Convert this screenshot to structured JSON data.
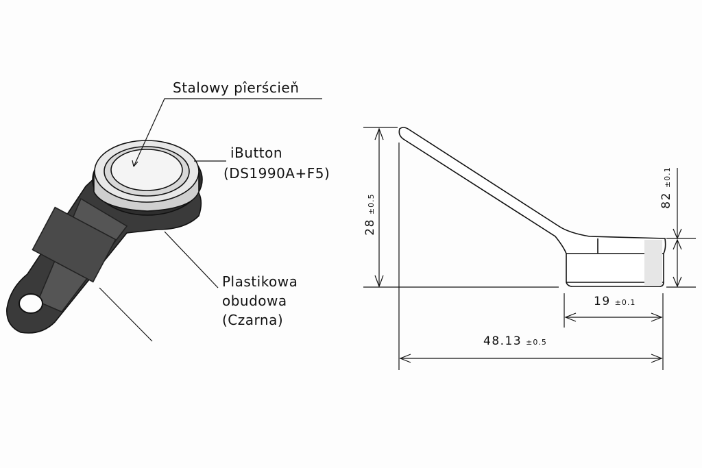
{
  "labels": {
    "ring": "Stalowy pîerścieň",
    "ibutton": "iButton",
    "model": "(DS1990A+F5)",
    "housing_line1": "Plastikowa",
    "housing_line2": "obudowa",
    "housing_line3": "(Czarna)"
  },
  "dimensions": {
    "height": {
      "value": "28",
      "tol": "±0.5"
    },
    "head_height": {
      "value": "82",
      "tol": "±0.1"
    },
    "diameter": {
      "value": "19",
      "tol": "±0.1"
    },
    "length": {
      "value": "48.13",
      "tol": "±0.5"
    }
  }
}
